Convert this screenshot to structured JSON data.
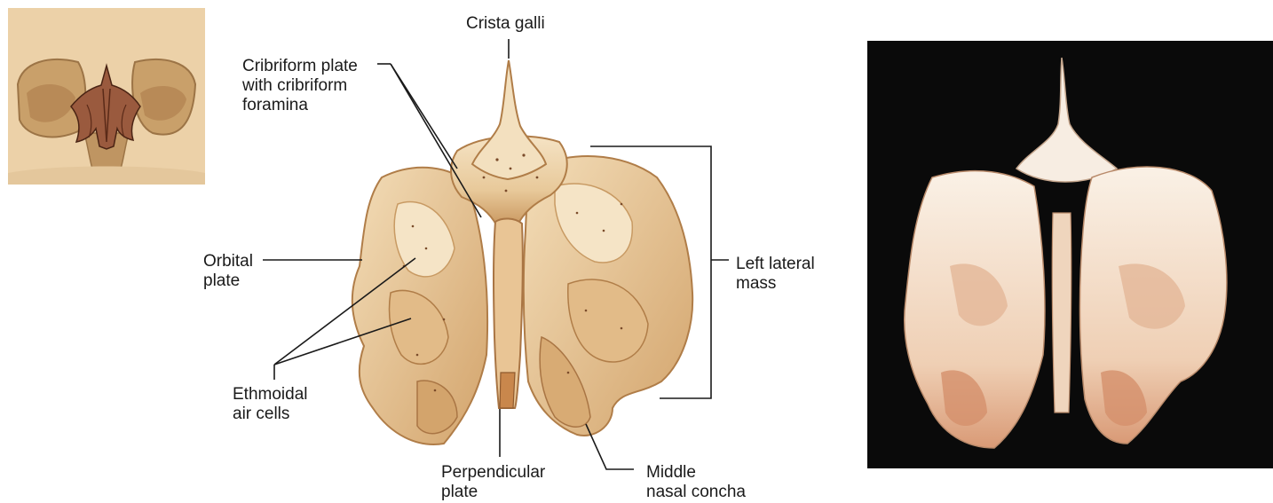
{
  "labels": {
    "crista_galli": "Crista galli",
    "cribriform": [
      "Cribriform plate",
      "with cribriform",
      "foramina"
    ],
    "orbital_plate": [
      "Orbital",
      "plate"
    ],
    "ethmoidal_air_cells": [
      "Ethmoidal",
      "air cells"
    ],
    "left_lateral_mass": [
      "Left lateral",
      "mass"
    ],
    "perpendicular_plate": [
      "Perpendicular",
      "plate"
    ],
    "middle_nasal_concha": [
      "Middle",
      "nasal concha"
    ]
  },
  "colors": {
    "bone_light": "#f2dcb8",
    "bone_mid": "#dcb682",
    "bone_shadow": "#b98a55",
    "skull_bg": "#e9cfa6",
    "ethmoid_highlight": "#8a4a33",
    "photo_bg": "#0a0a0a",
    "photo_bone": "#f3e2cf",
    "leader_line": "#1a1a1a"
  }
}
